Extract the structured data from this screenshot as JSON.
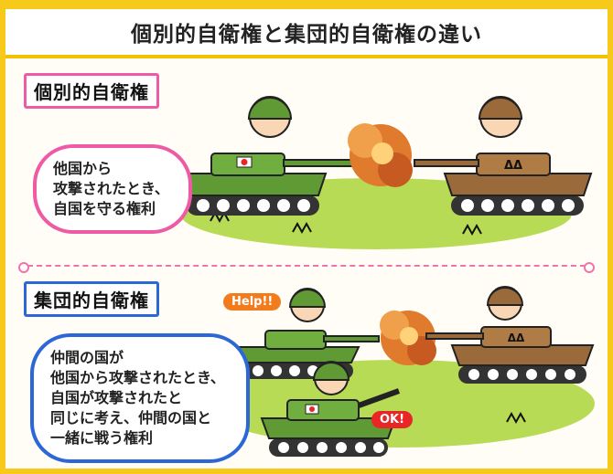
{
  "title": "個別的自衛権と集団的自衛権の違い",
  "section1": {
    "label": "個別的自衛権",
    "bubble_lines": [
      "他国から",
      "攻撃されたとき、",
      "自国を守る権利"
    ],
    "enemy_mark": "ΔΔ"
  },
  "section2": {
    "label": "集団的自衛権",
    "bubble_lines": [
      "仲間の国が",
      "他国から攻撃されたとき、",
      "自国が攻撃されたと",
      "同じに考え、仲間の国と",
      "一緒に戦う権利"
    ],
    "help_text": "Help!!",
    "ok_text": "OK!",
    "enemy_mark": "ΔΔ"
  },
  "colors": {
    "frame": "#f7c91b",
    "pink_accent": "#ef5aa4",
    "blue_accent": "#2b67d6",
    "green_tank": "#5f9a35",
    "brown_tank": "#9a6a3a",
    "grass": "#b8db55"
  }
}
